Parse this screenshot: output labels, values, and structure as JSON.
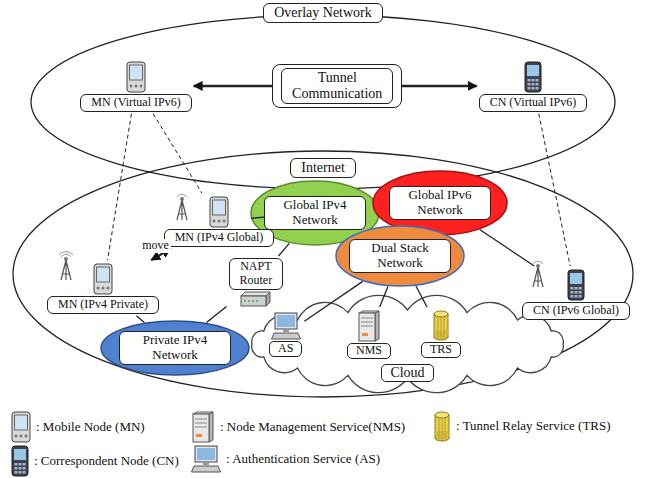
{
  "diagram": {
    "nodes": [
      {
        "text": [
          "Overlay Network"
        ]
      },
      {
        "text": [
          "MN (Virtual IPv6)"
        ],
        "in": 0
      },
      {
        "text": [
          "Tunnel Communication"
        ],
        "in": 0
      },
      {
        "text": [
          "CN (Virtual IPv6)"
        ],
        "in": 0
      },
      {
        "text": [
          "Internet"
        ]
      },
      {
        "text": [
          "Global IPv4 Network"
        ],
        "in": 4
      },
      {
        "text": [
          "Global IPv6 Network"
        ],
        "in": 4
      },
      {
        "text": [
          "MN (IPv4 Global)"
        ],
        "in": 4
      },
      {
        "text": [
          "MN (IPv4 Private)"
        ],
        "in": 4
      },
      {
        "text": [
          "Dual Stack Network"
        ],
        "in": 4
      },
      {
        "text": [
          "CN (IPv6 Global)"
        ],
        "in": 4
      },
      {
        "text": [
          "NAPT Router"
        ],
        "in": 4
      },
      {
        "text": [
          "Private IPv4 Network"
        ],
        "in": 4
      },
      {
        "text": [
          "Cloud"
        ],
        "in": 4
      },
      {
        "text": [
          "AS"
        ],
        "in": 13
      },
      {
        "text": [
          "NMS"
        ],
        "in": 13
      },
      {
        "text": [
          "TRS"
        ],
        "in": 13
      }
    ],
    "edges": [
      {
        "from": 1,
        "to": 3,
        "arrow": "both"
      },
      {
        "from": 1,
        "to": 8,
        "arrow": "none"
      },
      {
        "from": 1,
        "to": 7,
        "arrow": "none"
      },
      {
        "from": 3,
        "to": 10,
        "arrow": "none"
      },
      {
        "from": 8,
        "to": 7,
        "label": "move",
        "arrow": "both"
      },
      {
        "from": 8,
        "to": 12,
        "arrow": "none"
      },
      {
        "from": 7,
        "to": 5,
        "arrow": "none"
      },
      {
        "from": 12,
        "to": 11,
        "arrow": "none"
      },
      {
        "from": 11,
        "to": 5,
        "arrow": "none"
      },
      {
        "from": 10,
        "to": 6,
        "arrow": "none"
      },
      {
        "from": 9,
        "to": 14,
        "arrow": "none"
      },
      {
        "from": 9,
        "to": 15,
        "arrow": "none"
      },
      {
        "from": 9,
        "to": 16,
        "arrow": "none"
      }
    ],
    "legend": [
      {
        "text": ": Mobile Node (MN)"
      },
      {
        "text": ": Node Management Service(NMS)"
      },
      {
        "text": ": Tunnel Relay Service (TRS)"
      },
      {
        "text": ": Correspondent Node (CN)"
      },
      {
        "text": ": Authentication Service (AS)"
      }
    ]
  }
}
